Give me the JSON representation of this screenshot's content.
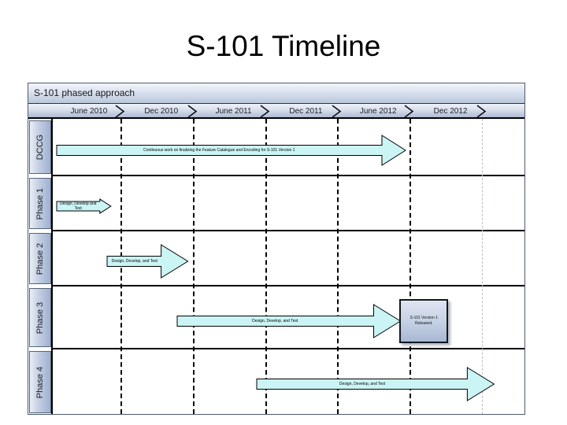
{
  "slide": {
    "title": "S-101 Timeline"
  },
  "chart_data": {
    "type": "table",
    "title": "S-101 phased approach",
    "xlabel": "",
    "ylabel": "",
    "categories": [
      "June 2010",
      "Dec 2010",
      "June 2011",
      "Dec 2011",
      "June 2012",
      "Dec 2012"
    ],
    "rows": [
      "DCCG",
      "Phase 1",
      "Phase 2",
      "Phase 3",
      "Phase 4"
    ],
    "series": [
      {
        "name": "DCCG",
        "label": "Continuous work on finalizing the Feature Catalogue and Encoding for S-101 Version 1",
        "start": "June 2010",
        "end": "Dec 2011",
        "start_pct": 0.8,
        "end_pct": 72.0
      },
      {
        "name": "Phase 1",
        "label": "Design, Develop and Test",
        "start": "June 2010",
        "end": "June 2010",
        "start_pct": 0.8,
        "end_pct": 11.0
      },
      {
        "name": "Phase 2",
        "label": "Design, Develop, and Test",
        "start": "Dec 2010",
        "end": "June 2011",
        "start_pct": 11.6,
        "end_pct": 25.6
      },
      {
        "name": "Phase 3",
        "label": "Design, Develop, and Test",
        "start": "June 2011",
        "end": "Dec 2011",
        "start_pct": 26.3,
        "end_pct": 70.5
      },
      {
        "name": "Phase 4",
        "label": "Design, Develop, and Test",
        "start": "Dec 2011",
        "end": "Dec 2012",
        "start_pct": 43.3,
        "end_pct": 90.5
      }
    ],
    "annotations": [
      {
        "text": "S-101 Version 1 Released.",
        "attached_to": "Phase 3"
      }
    ],
    "colors": {
      "arrow_fill": "#cbf4f4",
      "arrow_stroke": "#000000",
      "band_header": "#c6d1e4",
      "callout_fill": "#c3cfe3",
      "grid_line": "#000000"
    },
    "grid": true,
    "legend": "none"
  },
  "callout": {
    "text": "S-101 Version 1 Released."
  }
}
